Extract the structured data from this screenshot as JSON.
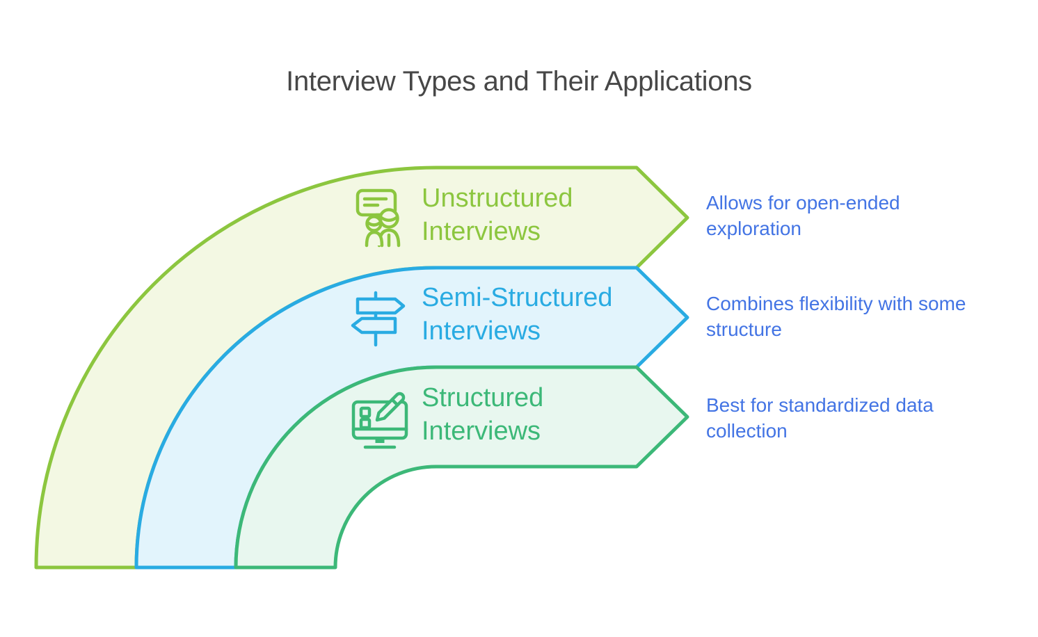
{
  "title": {
    "text": "Interview Types and Their Applications",
    "color": "#474747"
  },
  "description_color": "#4374E4",
  "bands": [
    {
      "name": "Unstructured Interviews",
      "label_lines": [
        "Unstructured",
        "Interviews"
      ],
      "description_lines": [
        "Allows for open-ended",
        "exploration"
      ],
      "icon": "speech-bubble-people-icon",
      "stroke_color": "#8CC63F",
      "fill_color": "#F3F8E3"
    },
    {
      "name": "Semi-Structured Interviews",
      "label_lines": [
        "Semi-Structured",
        "Interviews"
      ],
      "description_lines": [
        "Combines flexibility with some",
        "structure"
      ],
      "icon": "signpost-icon",
      "stroke_color": "#29ABE2",
      "fill_color": "#E2F4FC"
    },
    {
      "name": "Structured Interviews",
      "label_lines": [
        "Structured",
        "Interviews"
      ],
      "description_lines": [
        "Best for standardized data",
        "collection"
      ],
      "icon": "monitor-checklist-pencil-icon",
      "stroke_color": "#3CB878",
      "fill_color": "#E8F7EF"
    }
  ]
}
